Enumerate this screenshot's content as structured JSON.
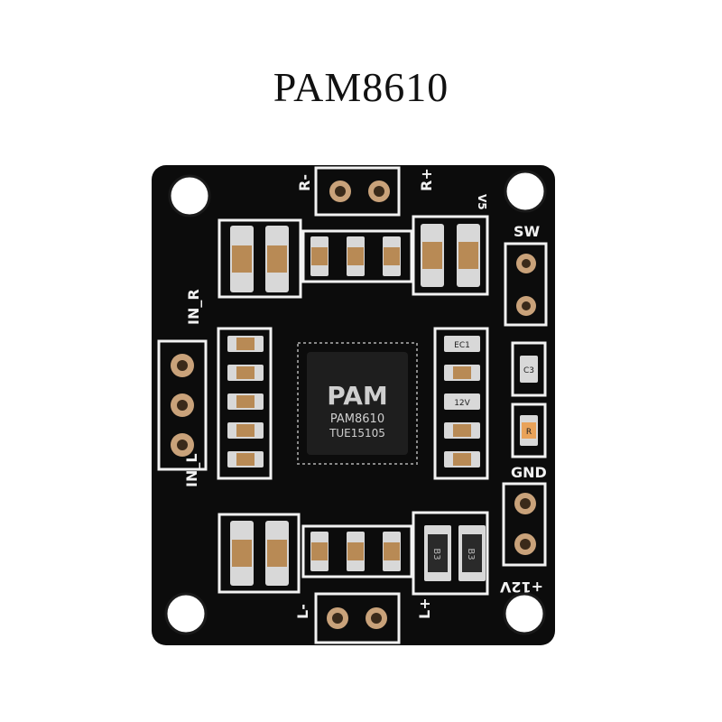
{
  "title": "PAM8610",
  "colors": {
    "pcb": "#0c0c0c",
    "silkscreen": "#f2f2f2",
    "chip": "#1e1e1e",
    "pad": "#d8d8d8",
    "cap_body": "#b88a55",
    "led": "#e9a35a"
  },
  "board": {
    "labels": {
      "r_minus": "R-",
      "r_plus": "R+",
      "v5": "V5",
      "sw": "SW",
      "in_r": "IN_R",
      "in_l": "IN_L",
      "gnd": "GND",
      "plus_12v": "+12V",
      "l_minus": "L-",
      "l_plus": "L+"
    },
    "chip": {
      "logo": "PAM",
      "part": "PAM8610",
      "code": "TUE15105"
    },
    "component_marks": {
      "ec1": "EC1",
      "c3": "C3",
      "c12": "12V",
      "d1": "B3",
      "d2": "B3",
      "led_r": "R"
    }
  }
}
